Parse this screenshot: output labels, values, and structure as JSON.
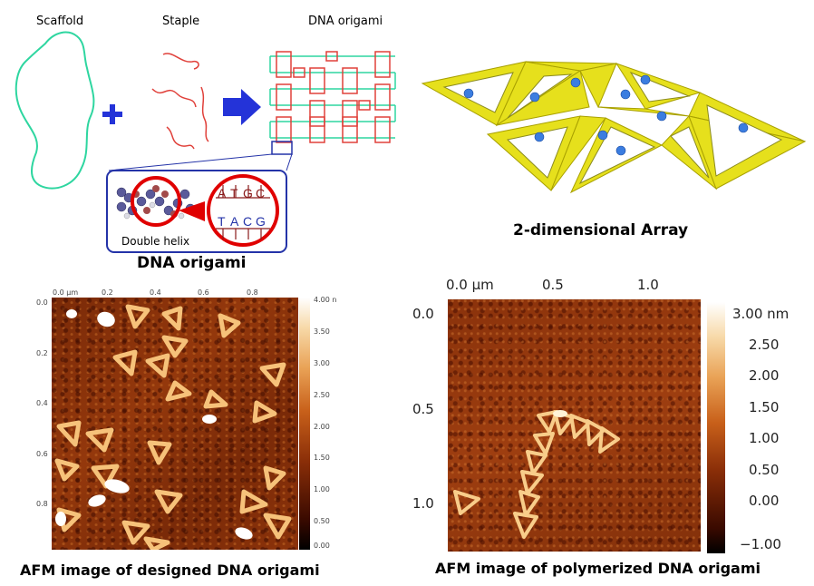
{
  "labels": {
    "scaffold": "Scaffold",
    "staple": "Staple",
    "dna_origami_top": "DNA  origami",
    "double_helix": "Double helix",
    "dna_origami_caption": "DNA origami",
    "array_caption": "2-dimensional Array",
    "afm_designed_caption": "AFM image of designed DNA origami",
    "afm_polymerized_caption": "AFM image of polymerized DNA origami"
  },
  "sequence": {
    "top": [
      "A",
      "T",
      "G",
      "C"
    ],
    "bottom": [
      "T",
      "A",
      "C",
      "G"
    ]
  },
  "afm1": {
    "x_ticks": [
      "0.0 μm",
      "0.2",
      "0.4",
      "0.6",
      "0.8"
    ],
    "y_ticks": [
      "0.0",
      "0.2",
      "0.4",
      "0.6",
      "0.8"
    ],
    "colorbar_ticks": [
      "4.00 n",
      "3.50",
      "3.00",
      "2.50",
      "2.00",
      "1.50",
      "1.00",
      "0.50",
      "0.00"
    ]
  },
  "afm2": {
    "x_ticks": [
      "0.0 μm",
      "0.5",
      "1.0"
    ],
    "y_ticks": [
      "0.0",
      "0.5",
      "1.0"
    ],
    "colorbar_ticks": [
      "3.00 nm",
      "2.50",
      "2.00",
      "1.50",
      "1.00",
      "0.50",
      "0.00",
      "−1.00"
    ]
  },
  "colors": {
    "scaffold": "#2ed6a0",
    "staple": "#e0403a",
    "arrow": "#2433d8",
    "array_triangle": "#e6e01c",
    "inset_border": "#2433a8",
    "highlight_red": "#e00000"
  }
}
